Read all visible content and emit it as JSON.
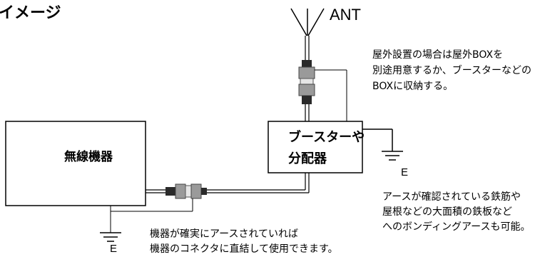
{
  "title": "イメージ",
  "antenna_label": "ANT",
  "outdoor_note": {
    "lines": [
      "屋外設置の場合は屋外BOXを",
      "別途用意するか、ブースターなどの",
      "BOXに収納する。"
    ]
  },
  "radio_box": {
    "label": "無線機器"
  },
  "booster_box": {
    "lines": [
      "ブースターや",
      "分配器"
    ]
  },
  "ground_labels": {
    "right": "E",
    "left": "E"
  },
  "bonding_note": {
    "lines": [
      "アースが確認されている鉄筋や",
      "屋根などの大面積の鉄板など",
      "へのボンディングアースも可能。"
    ]
  },
  "connector_note": {
    "lines": [
      "機器が確実にアースされていれば",
      "機器のコネクタに直結して使用できます。"
    ]
  },
  "colors": {
    "line": "#000000",
    "connector_body": "#9a9a9a",
    "connector_dark": "#2a2a2a",
    "connector_light": "#e6e6e6"
  }
}
